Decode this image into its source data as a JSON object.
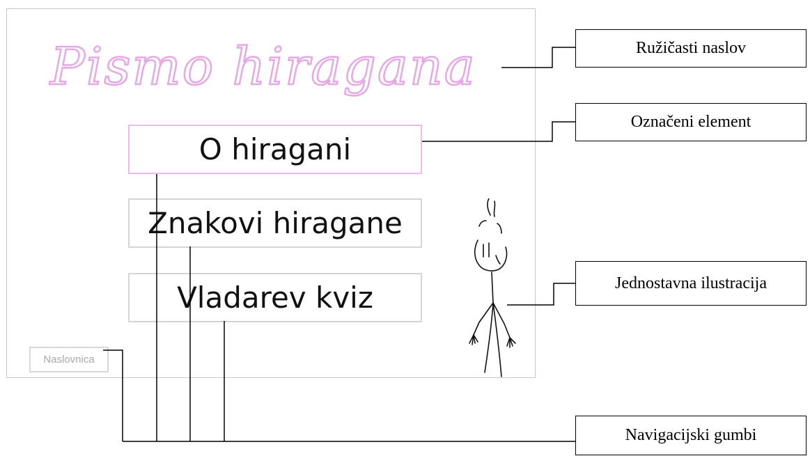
{
  "mockup": {
    "title": "Pismo hiragana",
    "accent_color": "#e6a8e4",
    "nav_buttons": [
      {
        "label": "O hiragani",
        "selected": true
      },
      {
        "label": "Znakovi hiragane",
        "selected": false
      },
      {
        "label": "Vladarev kviz",
        "selected": false
      }
    ],
    "home_button": "Naslovnica",
    "illustration": "stick-figure"
  },
  "callouts": {
    "title_label": "Ružičasti naslov",
    "selected_label": "Označeni element",
    "illustration_label": "Jednostavna ilustracija",
    "navigation_label": "Navigacijski gumbi"
  }
}
